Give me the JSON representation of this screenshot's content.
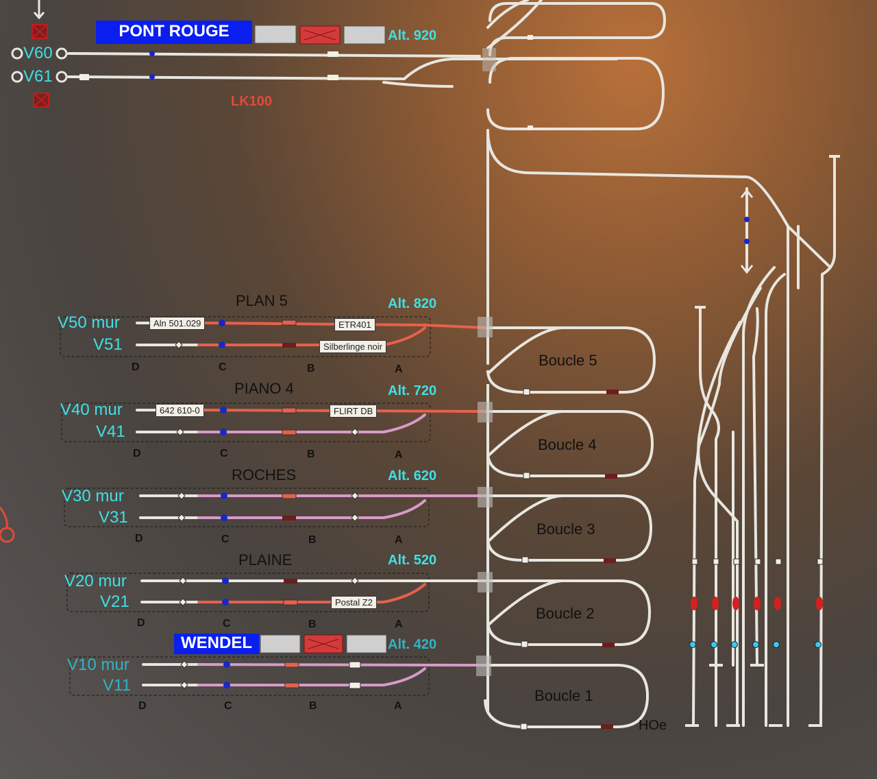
{
  "top_station": {
    "name": "PONT ROUGE",
    "altitude": "Alt. 920",
    "tracks": [
      "V60",
      "V61"
    ],
    "block_label": "LK100"
  },
  "stations": [
    {
      "name": "PLAN 5",
      "altitude": "Alt. 820",
      "tracks": [
        {
          "label": "V50 mur",
          "train": "Aln 501.029",
          "train2": "ETR401"
        },
        {
          "label": "V51",
          "train": "",
          "train2": "Silberlinge noir"
        }
      ]
    },
    {
      "name": "PIANO 4",
      "altitude": "Alt. 720",
      "tracks": [
        {
          "label": "V40 mur",
          "train": "642 610-0",
          "train2": "FLIRT DB"
        },
        {
          "label": "V41",
          "train": "",
          "train2": ""
        }
      ]
    },
    {
      "name": "ROCHES",
      "altitude": "Alt. 620",
      "tracks": [
        {
          "label": "V30 mur",
          "train": "",
          "train2": ""
        },
        {
          "label": "V31",
          "train": "",
          "train2": ""
        }
      ]
    },
    {
      "name": "PLAINE",
      "altitude": "Alt. 520",
      "tracks": [
        {
          "label": "V20 mur",
          "train": "",
          "train2": ""
        },
        {
          "label": "V21",
          "train": "",
          "train2": "Postal Z2"
        }
      ]
    },
    {
      "name": "WENDEL",
      "altitude": "Alt. 420",
      "tracks": [
        {
          "label": "V10 mur",
          "train": "",
          "train2": ""
        },
        {
          "label": "V11",
          "train": "",
          "train2": ""
        }
      ]
    }
  ],
  "zones": [
    "D",
    "C",
    "B",
    "A"
  ],
  "loops": [
    "Boucle 5",
    "Boucle 4",
    "Boucle 3",
    "Boucle 2",
    "Boucle 1"
  ],
  "yard_label": "HOe",
  "colors": {
    "track": "#e8e6e0",
    "occupied": "#e8604c",
    "reserved": "#d89ac8",
    "label_cyan": "#3fe0e6",
    "banner_blue": "#0a1ef0",
    "signal_red": "#c21c1c",
    "marker_blue": "#1528c8"
  }
}
